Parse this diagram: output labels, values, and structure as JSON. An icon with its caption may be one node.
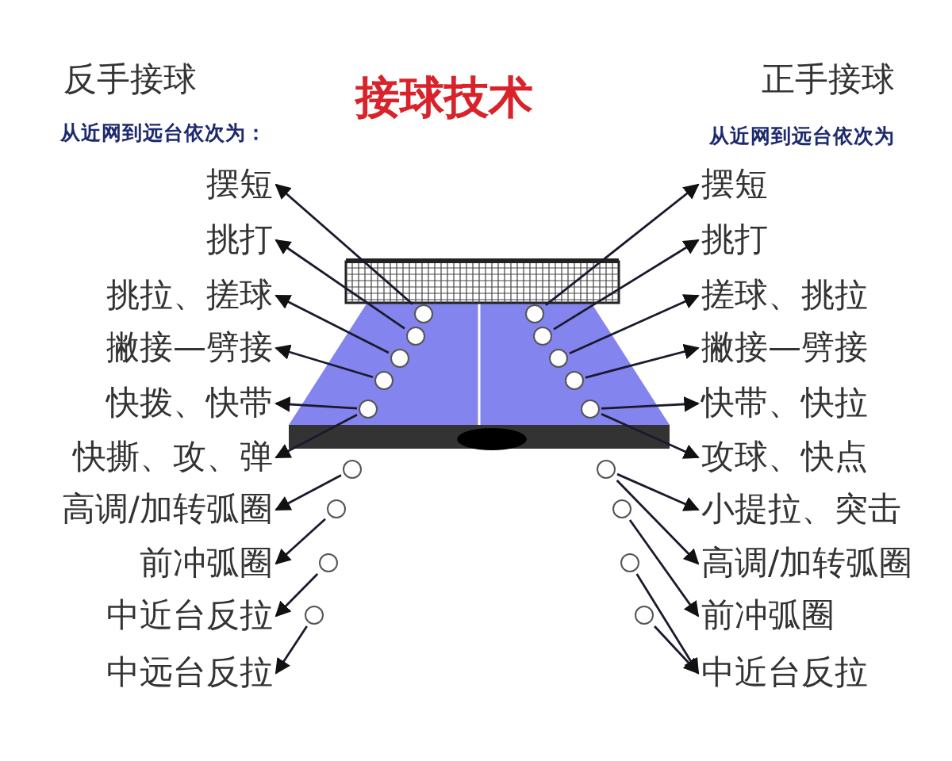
{
  "diagram": {
    "title": "接球技术",
    "nodes": [
      {
        "text": [
          "摆短"
        ]
      },
      {
        "text": [
          "挑打"
        ]
      },
      {
        "text": [
          "挑拉、搓球"
        ]
      },
      {
        "text": [
          "撇接—劈接"
        ]
      },
      {
        "text": [
          "快拨、快带"
        ]
      },
      {
        "text": [
          "快撕、攻、弹"
        ]
      },
      {
        "text": [
          "高调/加转弧圈"
        ]
      },
      {
        "text": [
          "前冲弧圈"
        ]
      },
      {
        "text": [
          "中近台反拉"
        ]
      },
      {
        "text": [
          "中远台反拉"
        ]
      },
      {
        "text": [],
        "shape": "circle"
      },
      {
        "text": [],
        "shape": "circle"
      },
      {
        "text": [],
        "shape": "circle"
      },
      {
        "text": [],
        "shape": "circle"
      },
      {
        "text": [],
        "shape": "circle"
      },
      {
        "text": [],
        "shape": "circle"
      },
      {
        "text": [],
        "shape": "circle"
      },
      {
        "text": [],
        "shape": "circle"
      },
      {
        "text": [],
        "shape": "circle"
      },
      {
        "text": [
          "摆短"
        ]
      },
      {
        "text": [
          "挑打"
        ]
      },
      {
        "text": [
          "搓球、挑拉"
        ]
      },
      {
        "text": [
          "撇接—劈接"
        ]
      },
      {
        "text": [
          "快带、快拉"
        ]
      },
      {
        "text": [
          "攻球、快点"
        ]
      },
      {
        "text": [
          "小提拉、突击"
        ]
      },
      {
        "text": [
          "高调/加转弧圈"
        ]
      },
      {
        "text": [
          "前冲弧圈"
        ]
      },
      {
        "text": [
          "中近台反拉"
        ]
      },
      {
        "text": [],
        "shape": "circle"
      },
      {
        "text": [],
        "shape": "circle"
      },
      {
        "text": [],
        "shape": "circle"
      },
      {
        "text": [],
        "shape": "circle"
      },
      {
        "text": [],
        "shape": "circle"
      },
      {
        "text": [],
        "shape": "circle"
      },
      {
        "text": [],
        "shape": "circle"
      },
      {
        "text": [],
        "shape": "circle"
      },
      {
        "text": [],
        "shape": "circle"
      }
    ],
    "edges": [
      {
        "from": 10,
        "to": 0,
        "arrow": "to"
      },
      {
        "from": 11,
        "to": 1,
        "arrow": "to"
      },
      {
        "from": 12,
        "to": 2,
        "arrow": "to"
      },
      {
        "from": 13,
        "to": 3,
        "arrow": "to"
      },
      {
        "from": 14,
        "to": 4,
        "arrow": "to"
      },
      {
        "from": 14,
        "to": 5,
        "arrow": "to"
      },
      {
        "from": 15,
        "to": 6,
        "arrow": "to"
      },
      {
        "from": 16,
        "to": 7,
        "arrow": "to"
      },
      {
        "from": 17,
        "to": 8,
        "arrow": "to"
      },
      {
        "from": 18,
        "to": 9,
        "arrow": "to"
      },
      {
        "from": 29,
        "to": 19,
        "arrow": "to"
      },
      {
        "from": 30,
        "to": 20,
        "arrow": "to"
      },
      {
        "from": 31,
        "to": 21,
        "arrow": "to"
      },
      {
        "from": 32,
        "to": 22,
        "arrow": "to"
      },
      {
        "from": 33,
        "to": 23,
        "arrow": "to"
      },
      {
        "from": 33,
        "to": 24,
        "arrow": "to"
      },
      {
        "from": 34,
        "to": 25,
        "arrow": "to"
      },
      {
        "from": 34,
        "to": 26,
        "arrow": "to"
      },
      {
        "from": 35,
        "to": 27,
        "arrow": "to"
      },
      {
        "from": 36,
        "to": 28,
        "arrow": "to"
      },
      {
        "from": 37,
        "to": 28,
        "arrow": "to"
      }
    ],
    "labels": [
      "反手接球",
      "从近网到远台依次为：",
      "正手接球",
      "从近网到远台依次为"
    ]
  }
}
